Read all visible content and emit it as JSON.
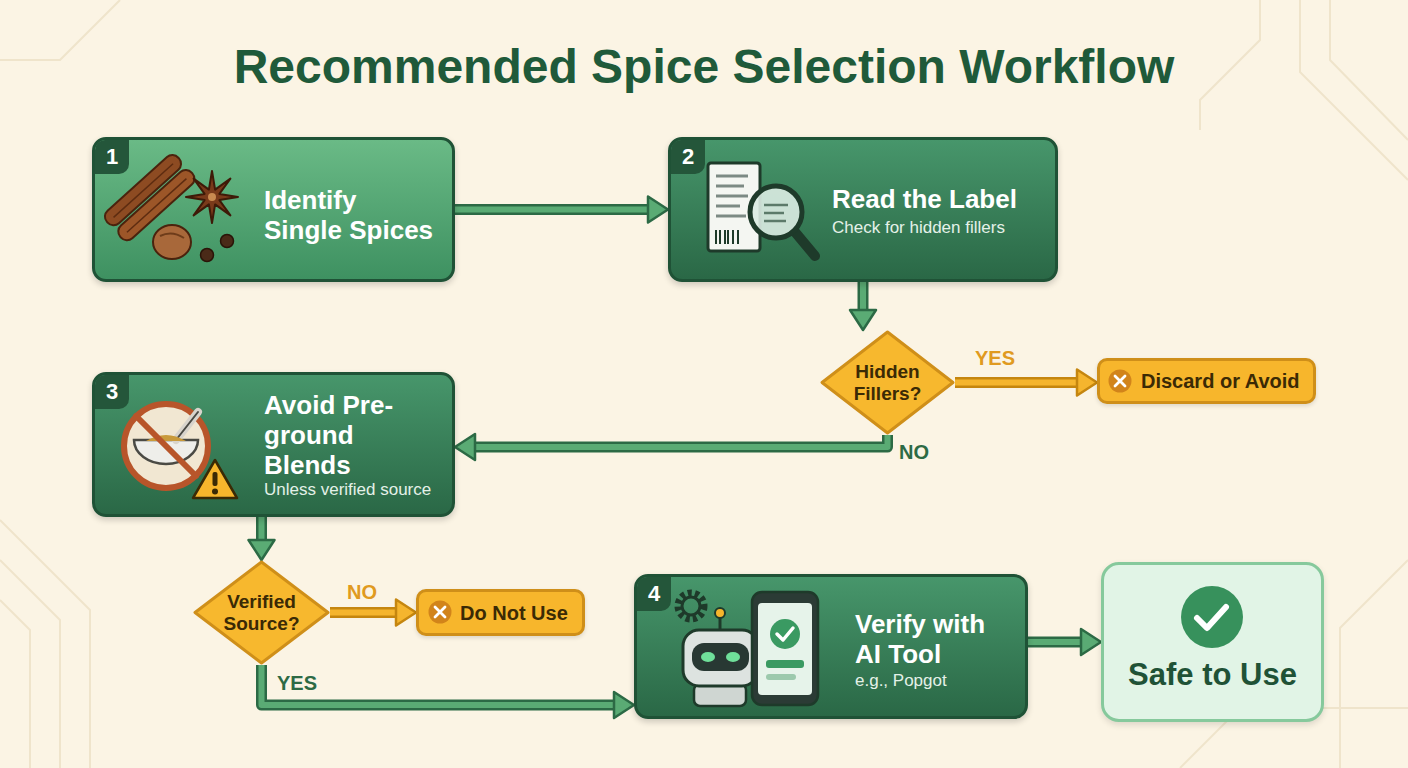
{
  "diagram": {
    "title": "Recommended Spice Selection Workflow",
    "nodes": [
      {
        "text": [
          "1",
          "Identify Single Spices"
        ]
      },
      {
        "text": [
          "2",
          "Read the Label",
          "Check for hidden fillers"
        ]
      },
      {
        "text": [
          "Hidden Fillers?"
        ]
      },
      {
        "text": [
          "Discard or Avoid"
        ]
      },
      {
        "text": [
          "3",
          "Avoid Pre-ground Blends",
          "Unless verified source"
        ]
      },
      {
        "text": [
          "Verified Source?"
        ]
      },
      {
        "text": [
          "Do Not Use"
        ]
      },
      {
        "text": [
          "4",
          "Verify with AI Tool",
          "e.g., Popgot"
        ]
      },
      {
        "text": [
          "Safe to Use"
        ]
      }
    ],
    "edges": [
      {
        "from": 0,
        "to": 1,
        "arrow": "to"
      },
      {
        "from": 1,
        "to": 2,
        "arrow": "to"
      },
      {
        "from": 2,
        "to": 3,
        "label": "YES",
        "arrow": "to"
      },
      {
        "from": 2,
        "to": 4,
        "label": "NO",
        "arrow": "to"
      },
      {
        "from": 4,
        "to": 5,
        "arrow": "to"
      },
      {
        "from": 5,
        "to": 6,
        "label": "NO",
        "arrow": "to"
      },
      {
        "from": 5,
        "to": 7,
        "label": "YES",
        "arrow": "to"
      },
      {
        "from": 7,
        "to": 8,
        "arrow": "to"
      }
    ]
  }
}
